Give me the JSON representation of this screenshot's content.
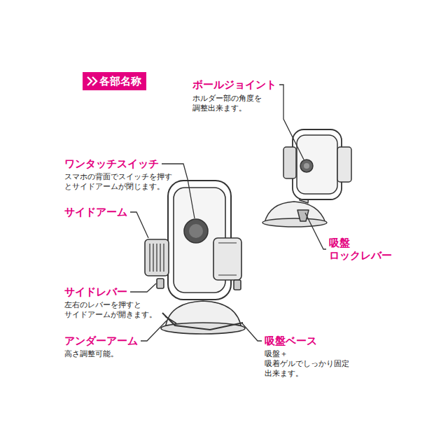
{
  "diagram": {
    "title": "各部名称",
    "labels": [
      "ボールジョイント",
      "ホルダー部の角度を 調整出来ます。",
      "ワンタッチスイッチ",
      "スマホの背面でスイッチを押す とサイドアームが閉じます。",
      "サイドアーム",
      "吸盤 ロックレバー",
      "サイドレバー",
      "左右のレバーを押すと サイドアームが開きます。",
      "アンダーアーム",
      "高さ調整可能。",
      "吸盤ベース",
      "吸盤＋吸着ゲルでしっかり固定 出来ます。"
    ]
  }
}
